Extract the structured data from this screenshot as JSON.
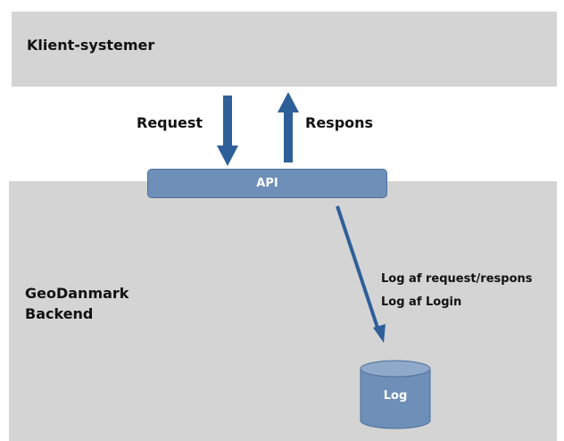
{
  "client": {
    "label": "Klient-systemer"
  },
  "backend": {
    "label_line1": "GeoDanmark",
    "label_line2": "Backend"
  },
  "flow": {
    "request": "Request",
    "response": "Respons"
  },
  "api": {
    "label": "API"
  },
  "logging": {
    "line1": "Log af request/respons",
    "line2": "Log af Login"
  },
  "storage": {
    "label": "Log"
  },
  "colors": {
    "panel": "#d4d4d4",
    "accent": "#2e5f99",
    "api_fill": "#6d8fb8",
    "db_fill": "#6d8fb8"
  }
}
